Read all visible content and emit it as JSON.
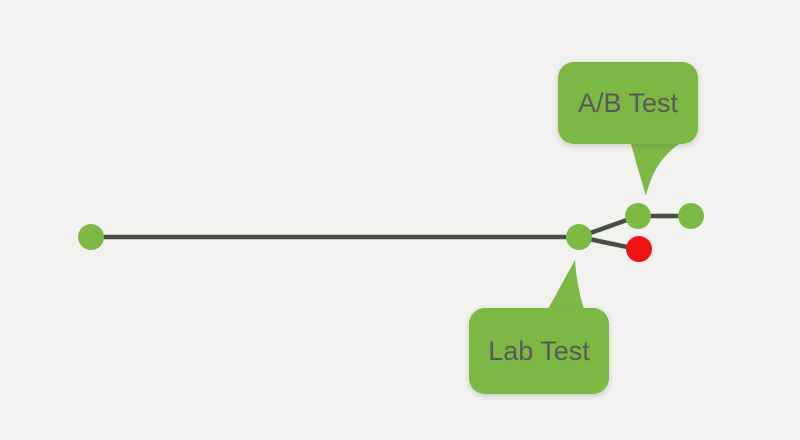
{
  "canvas": {
    "background": "#f2f2f0"
  },
  "colors": {
    "node_green": "#7cb944",
    "alert_red": "#ee1410",
    "edge_gray": "#454e44",
    "callout_green": "#7cb944",
    "label_text": "#595959"
  },
  "diagram": {
    "callouts": {
      "ab_test": {
        "label": "A/B Test"
      },
      "lab_test": {
        "label": "Lab Test"
      }
    },
    "nodes": [
      {
        "name": "start-node",
        "color": "#7cb944"
      },
      {
        "name": "branch-node",
        "color": "#7cb944"
      },
      {
        "name": "ab-test-node",
        "color": "#7cb944"
      },
      {
        "name": "head-node",
        "color": "#7cb944"
      },
      {
        "name": "lab-test-failed-node",
        "color": "#ee1410"
      }
    ]
  }
}
